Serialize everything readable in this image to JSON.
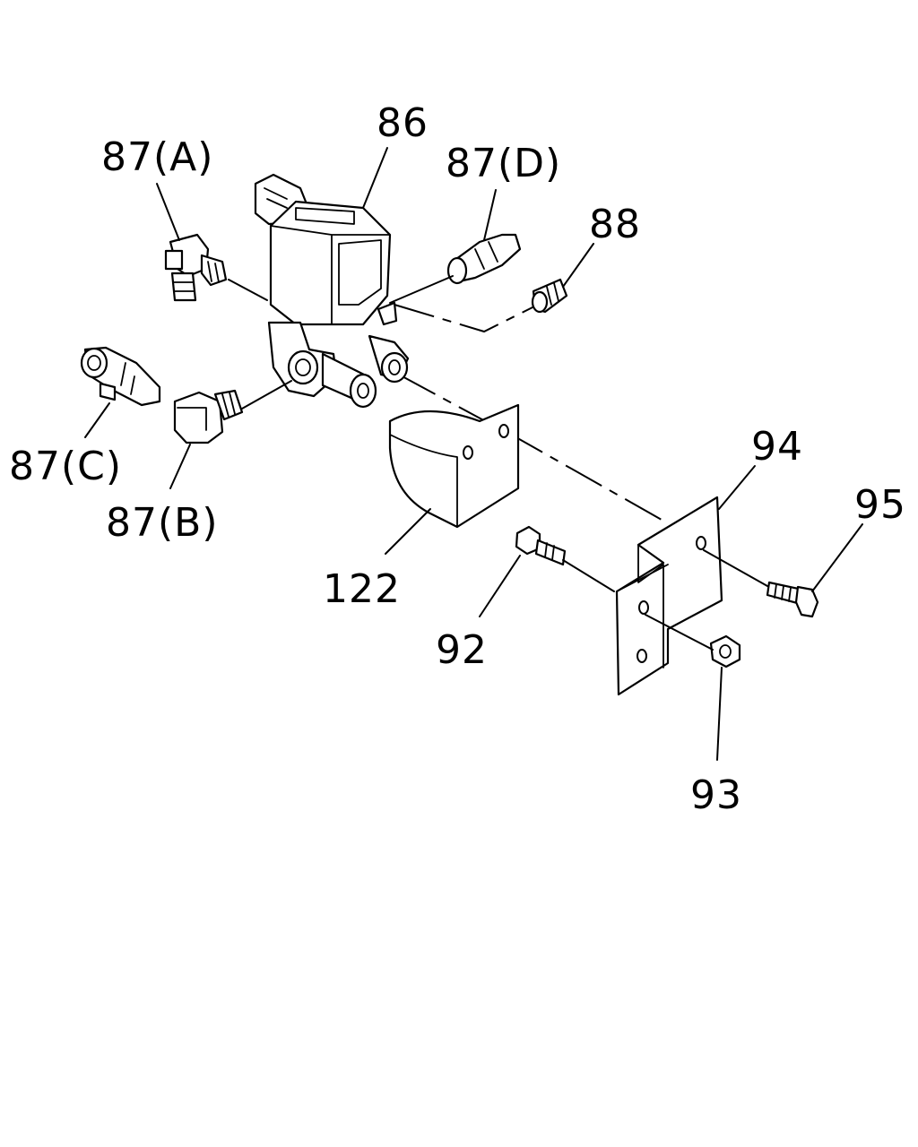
{
  "labels": {
    "p86": "86",
    "p87a": "87(A)",
    "p87d": "87(D)",
    "p88": "88",
    "p87c": "87(C)",
    "p87b": "87(B)",
    "p94": "94",
    "p95": "95",
    "p122": "122",
    "p92": "92",
    "p93": "93"
  },
  "colors": {
    "line": "#000000",
    "background": "#ffffff"
  }
}
